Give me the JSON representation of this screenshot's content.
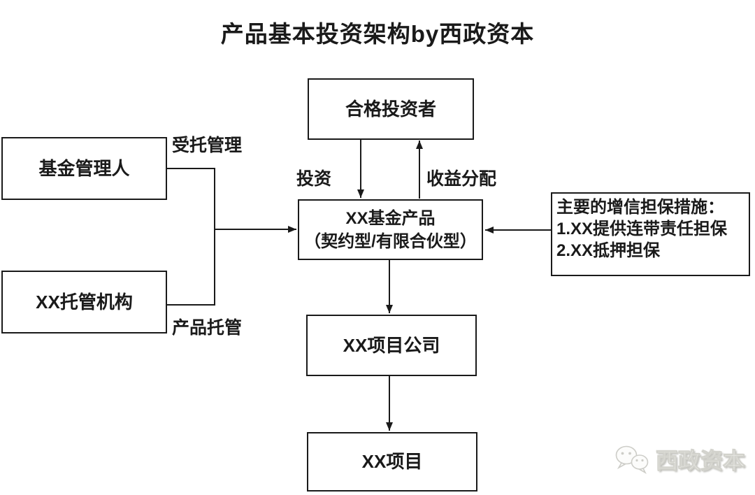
{
  "title": "产品基本投资架构by西政资本",
  "nodes": {
    "qualified_investor": "合格投资者",
    "fund_manager": "基金管理人",
    "custodian": "XX托管机构",
    "fund_product": {
      "line1": "XX基金产品",
      "line2": "（契约型/有限合伙型）"
    },
    "guarantee": {
      "line1": "主要的增信担保措施：",
      "line2": "1.XX提供连带责任担保",
      "line3": "2.XX抵押担保"
    },
    "project_company": "XX项目公司",
    "project": "XX项目"
  },
  "edge_labels": {
    "entrusted_management": "受托管理",
    "investment": "投资",
    "income_distribution": "收益分配",
    "product_custody": "产品托管"
  },
  "watermark": {
    "brand": "西政资本",
    "icon": "wechat-logo-icon"
  },
  "colors": {
    "line": "#1a1a1a",
    "text": "#1a1a1a",
    "background": "#ffffff",
    "watermark_text": "#fdfdfb",
    "watermark_shadow": "#bdbdb8"
  }
}
